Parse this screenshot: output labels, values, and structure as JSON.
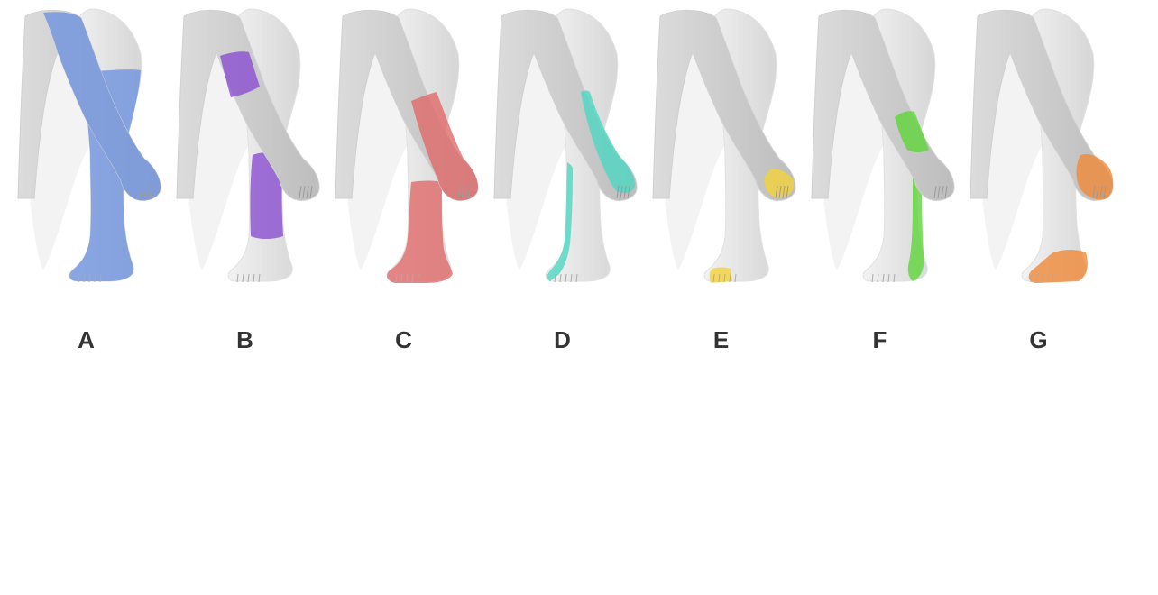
{
  "panels": [
    {
      "label": "A",
      "color": "#6f93e0",
      "leg_zone": "thigh-to-toes",
      "arm_zone": "shoulder-to-fingers"
    },
    {
      "label": "B",
      "color": "#8a4fd0",
      "leg_zone": "calf",
      "arm_zone": "upper-arm"
    },
    {
      "label": "C",
      "color": "#e06a6a",
      "leg_zone": "lower-leg-and-foot",
      "arm_zone": "forearm-and-hand"
    },
    {
      "label": "D",
      "color": "#4fd6c2",
      "leg_zone": "medial-strip-to-foot",
      "arm_zone": "forearm-strip-to-hand"
    },
    {
      "label": "E",
      "color": "#f2d23a",
      "leg_zone": "toes",
      "arm_zone": "fingers"
    },
    {
      "label": "F",
      "color": "#5fd63a",
      "leg_zone": "lateral-strip",
      "arm_zone": "wrist-patch"
    },
    {
      "label": "G",
      "color": "#f08a3a",
      "leg_zone": "forefoot",
      "arm_zone": "hand"
    }
  ]
}
